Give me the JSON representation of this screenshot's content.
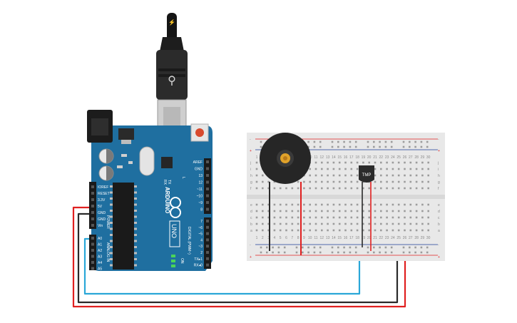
{
  "arduino": {
    "brand": "ARDUINO",
    "model": "UNO",
    "power_header_label": "POWER",
    "analog_header_label": "ANALOG IN",
    "digital_header_label": "DIGITAL (PWM~)",
    "on_label": "ON",
    "tx_label": "TX",
    "rx_label": "RX",
    "l_label": "L",
    "power_pins": [
      "IOREF",
      "RESET",
      "3.3V",
      "5V",
      "GND",
      "GND",
      "Vin"
    ],
    "analog_pins": [
      "A0",
      "A1",
      "A2",
      "A3",
      "A4",
      "A5"
    ],
    "digital_top": [
      "AREF",
      "GND",
      "13",
      "12",
      "~11",
      "~10",
      "~9",
      "8"
    ],
    "digital_bottom": [
      "7",
      "~6",
      "~5",
      "4",
      "~3",
      "2",
      "TX▸1",
      "RX◂0"
    ]
  },
  "breadboard": {
    "col_numbers": [
      "1",
      "2",
      "3",
      "4",
      "5",
      "6",
      "7",
      "8",
      "9",
      "10",
      "11",
      "12",
      "13",
      "14",
      "15",
      "16",
      "17",
      "18",
      "19",
      "20",
      "21",
      "22",
      "23",
      "24",
      "25",
      "26",
      "27",
      "28",
      "29",
      "30"
    ],
    "row_letters_top": [
      "j",
      "i",
      "h",
      "g",
      "f"
    ],
    "row_letters_bottom": [
      "e",
      "d",
      "c",
      "b",
      "a"
    ],
    "rail_plus": "+",
    "rail_minus": "-"
  },
  "sensor": {
    "label": "TMP"
  },
  "colors": {
    "board": "#1f6fa0",
    "wire_red": "#e02020",
    "wire_black": "#2a2a2a",
    "wire_blue": "#2aa7d8",
    "breadboard": "#e8e8e8"
  }
}
